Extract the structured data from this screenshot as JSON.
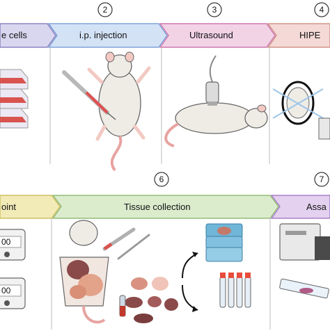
{
  "top_steps": [
    {
      "number": "",
      "label": "e cells",
      "color": "#d9d6ef"
    },
    {
      "number": "2",
      "label": "i.p. injection",
      "color": "#d4e2f6"
    },
    {
      "number": "3",
      "label": "Ultrasound",
      "color": "#f2d3e6"
    },
    {
      "number": "4",
      "label": "HIPE",
      "color": "#f4d9d6"
    }
  ],
  "bottom_steps": [
    {
      "number": "",
      "label": "oint",
      "color": "#f2ebb8"
    },
    {
      "number": "6",
      "label": "Tissue collection",
      "color": "#dbeccd"
    },
    {
      "number": "7",
      "label": "Assa",
      "color": "#e3d1ef"
    }
  ],
  "timer_display": "00"
}
